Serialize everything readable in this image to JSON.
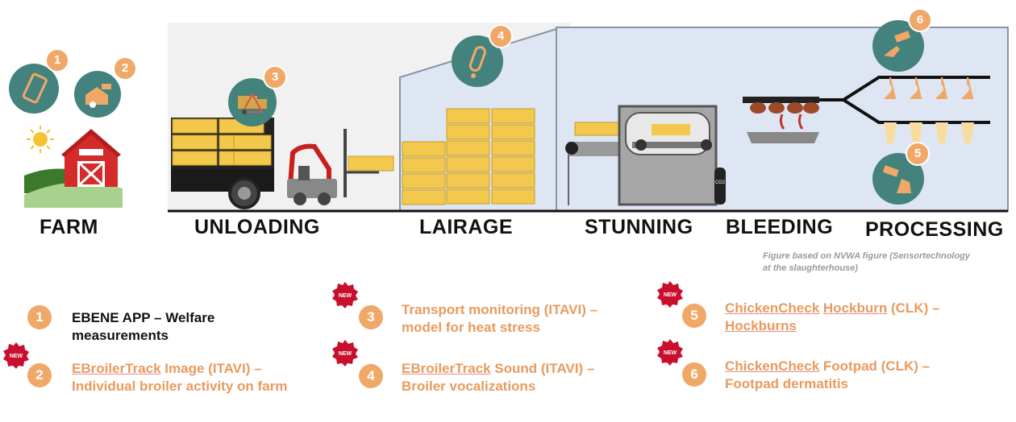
{
  "stages": {
    "farm": "FARM",
    "unloading": "UNLOADING",
    "lairage": "LAIRAGE",
    "stunning": "STUNNING",
    "bleeding": "BLEEDING",
    "processing": "PROCESSING"
  },
  "caption": {
    "line1": "Figure based on NVWA figure (Sensortechnology",
    "line2": "at the slaughterhouse)"
  },
  "new_badge_text": "NEW",
  "co2_label": "CO2",
  "callouts": [
    "1",
    "2",
    "3",
    "4",
    "5",
    "6"
  ],
  "legend": [
    {
      "num": "1",
      "line1": "EBENE APP – Welfare",
      "line2": "measurements",
      "is_new": false
    },
    {
      "num": "2",
      "line1_u": "EBroilerTrack",
      "line1_rest": " Image (ITAVI) –",
      "line2": "Individual broiler activity on farm",
      "is_new": true
    },
    {
      "num": "3",
      "line1": "Transport monitoring (ITAVI) –",
      "line2": "model for heat stress",
      "is_new": true
    },
    {
      "num": "4",
      "line1_u": "EBroilerTrack",
      "line1_rest": " Sound (ITAVI) –",
      "line2": "Broiler vocalizations",
      "is_new": true
    },
    {
      "num": "5",
      "line1_u1": "ChickenCheck",
      "line1_mid": " ",
      "line1_u2": "Hockburn",
      "line1_rest": " (CLK) –",
      "line2": "Hockburns",
      "is_new": true
    },
    {
      "num": "6",
      "line1_u": "ChickenCheck",
      "line1_rest": " Footpad (CLK) –",
      "line2": "Footpad dermatitis",
      "is_new": true
    }
  ],
  "colors": {
    "accent_orange": "#f0a868",
    "legend_text_orange": "#e99a5e",
    "icon_teal": "#44827e",
    "new_badge_red": "#c8102e",
    "crate_yellow": "#f2c94c",
    "building_blue": "#dfe6f3",
    "barn_red": "#d42a2a"
  }
}
